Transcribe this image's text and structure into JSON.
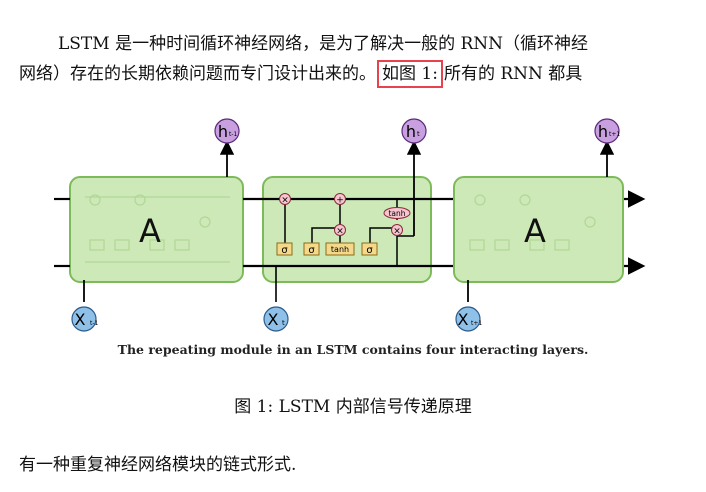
{
  "paragraph": {
    "line1": "LSTM 是一种时间循环神经网络，是为了解决一般的 RNN（循环神经",
    "line2_pre": "网络）存在的长期依赖问题而专门设计出来的。",
    "line2_ref": "如图 1:",
    "line2_post": "所有的 RNN 都具",
    "line3": "有一种重复神经网络模块的链式形式."
  },
  "figure": {
    "inner_caption": "The repeating module in an LSTM contains four interacting layers.",
    "caption": "图 1: LSTM 内部信号传递原理",
    "cells": [
      {
        "label": "A",
        "input": "X",
        "input_sub": "t-1",
        "output": "h",
        "output_sub": "t-1"
      },
      {
        "label": "",
        "input": "X",
        "input_sub": "t",
        "output": "h",
        "output_sub": "t"
      },
      {
        "label": "A",
        "input": "X",
        "input_sub": "t+1",
        "output": "h",
        "output_sub": "t+1"
      }
    ],
    "gates": [
      "σ",
      "σ",
      "tanh",
      "σ"
    ],
    "ops": {
      "multiply": "×",
      "add": "+",
      "tanh": "tanh"
    },
    "colors": {
      "cell_fill": "#cde9b8",
      "cell_stroke": "#7dbb5a",
      "input_node": "#8ec0e8",
      "output_node": "#c9a0df",
      "gate_fill": "#f5d98a",
      "op_fill": "#f6c5cf"
    }
  }
}
